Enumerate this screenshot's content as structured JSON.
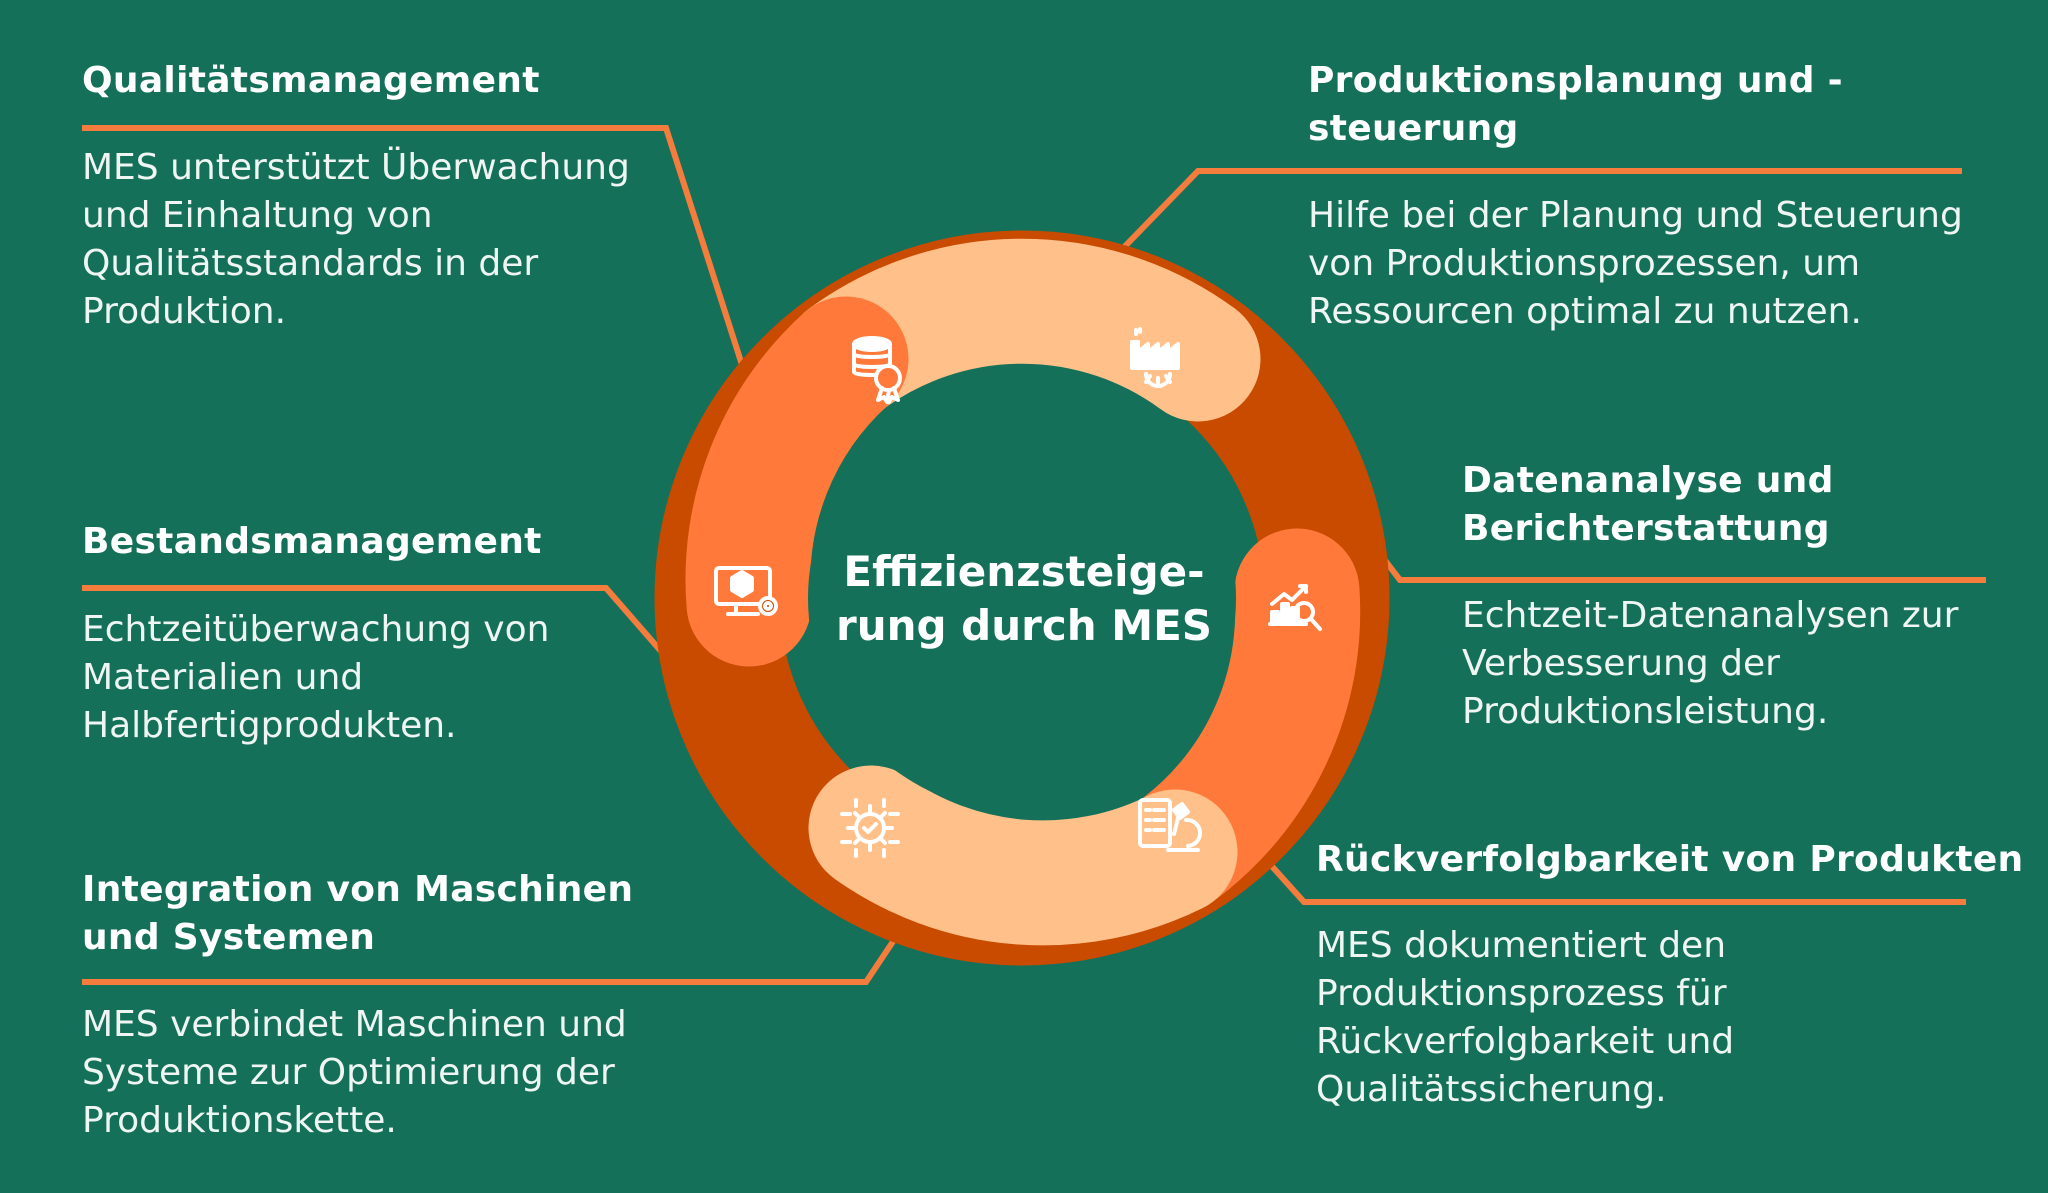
{
  "center": {
    "line1": "Effizienzsteige-",
    "line2": "rung durch MES"
  },
  "colors": {
    "background": "#147058",
    "connector": "#f47c3c",
    "ring_dark": "#c84b00",
    "ring_mid": "#ff7a3a",
    "ring_light": "#ffc08a"
  },
  "sections": {
    "qualitaet": {
      "title": "Qualitätsmanagement",
      "lines": [
        "MES unterstützt Überwachung",
        "und Einhaltung von",
        "Qualitätsstandards in der",
        "Produktion."
      ],
      "icon": "database-quality-icon"
    },
    "bestand": {
      "title": "Bestandsmanagement",
      "lines": [
        "Echtzeitüberwachung von",
        "Materialien und",
        "Halbfertigprodukten."
      ],
      "icon": "monitor-inventory-icon"
    },
    "integration": {
      "title_lines": [
        "Integration von Maschinen",
        "und Systemen"
      ],
      "lines": [
        "MES verbindet Maschinen und",
        "Systeme zur Optimierung der",
        "Produktionskette."
      ],
      "icon": "gear-network-icon"
    },
    "planung": {
      "title_lines": [
        "Produktionsplanung und -",
        "steuerung"
      ],
      "lines": [
        "Hilfe bei der Planung und Steuerung",
        "von Produktionsprozessen, um",
        "Ressourcen optimal zu nutzen."
      ],
      "icon": "factory-gear-icon"
    },
    "daten": {
      "title_lines": [
        "Datenanalyse und",
        "Berichterstattung"
      ],
      "lines": [
        "Echtzeit-Datenanalysen zur",
        "Verbesserung der",
        "Produktionsleistung."
      ],
      "icon": "chart-analysis-icon"
    },
    "rueck": {
      "title": "Rückverfolgbarkeit von Produkten",
      "lines": [
        "MES dokumentiert den",
        "Produktionsprozess für",
        "Rückverfolgbarkeit und",
        "Qualitätssicherung."
      ],
      "icon": "checklist-microscope-icon"
    }
  }
}
